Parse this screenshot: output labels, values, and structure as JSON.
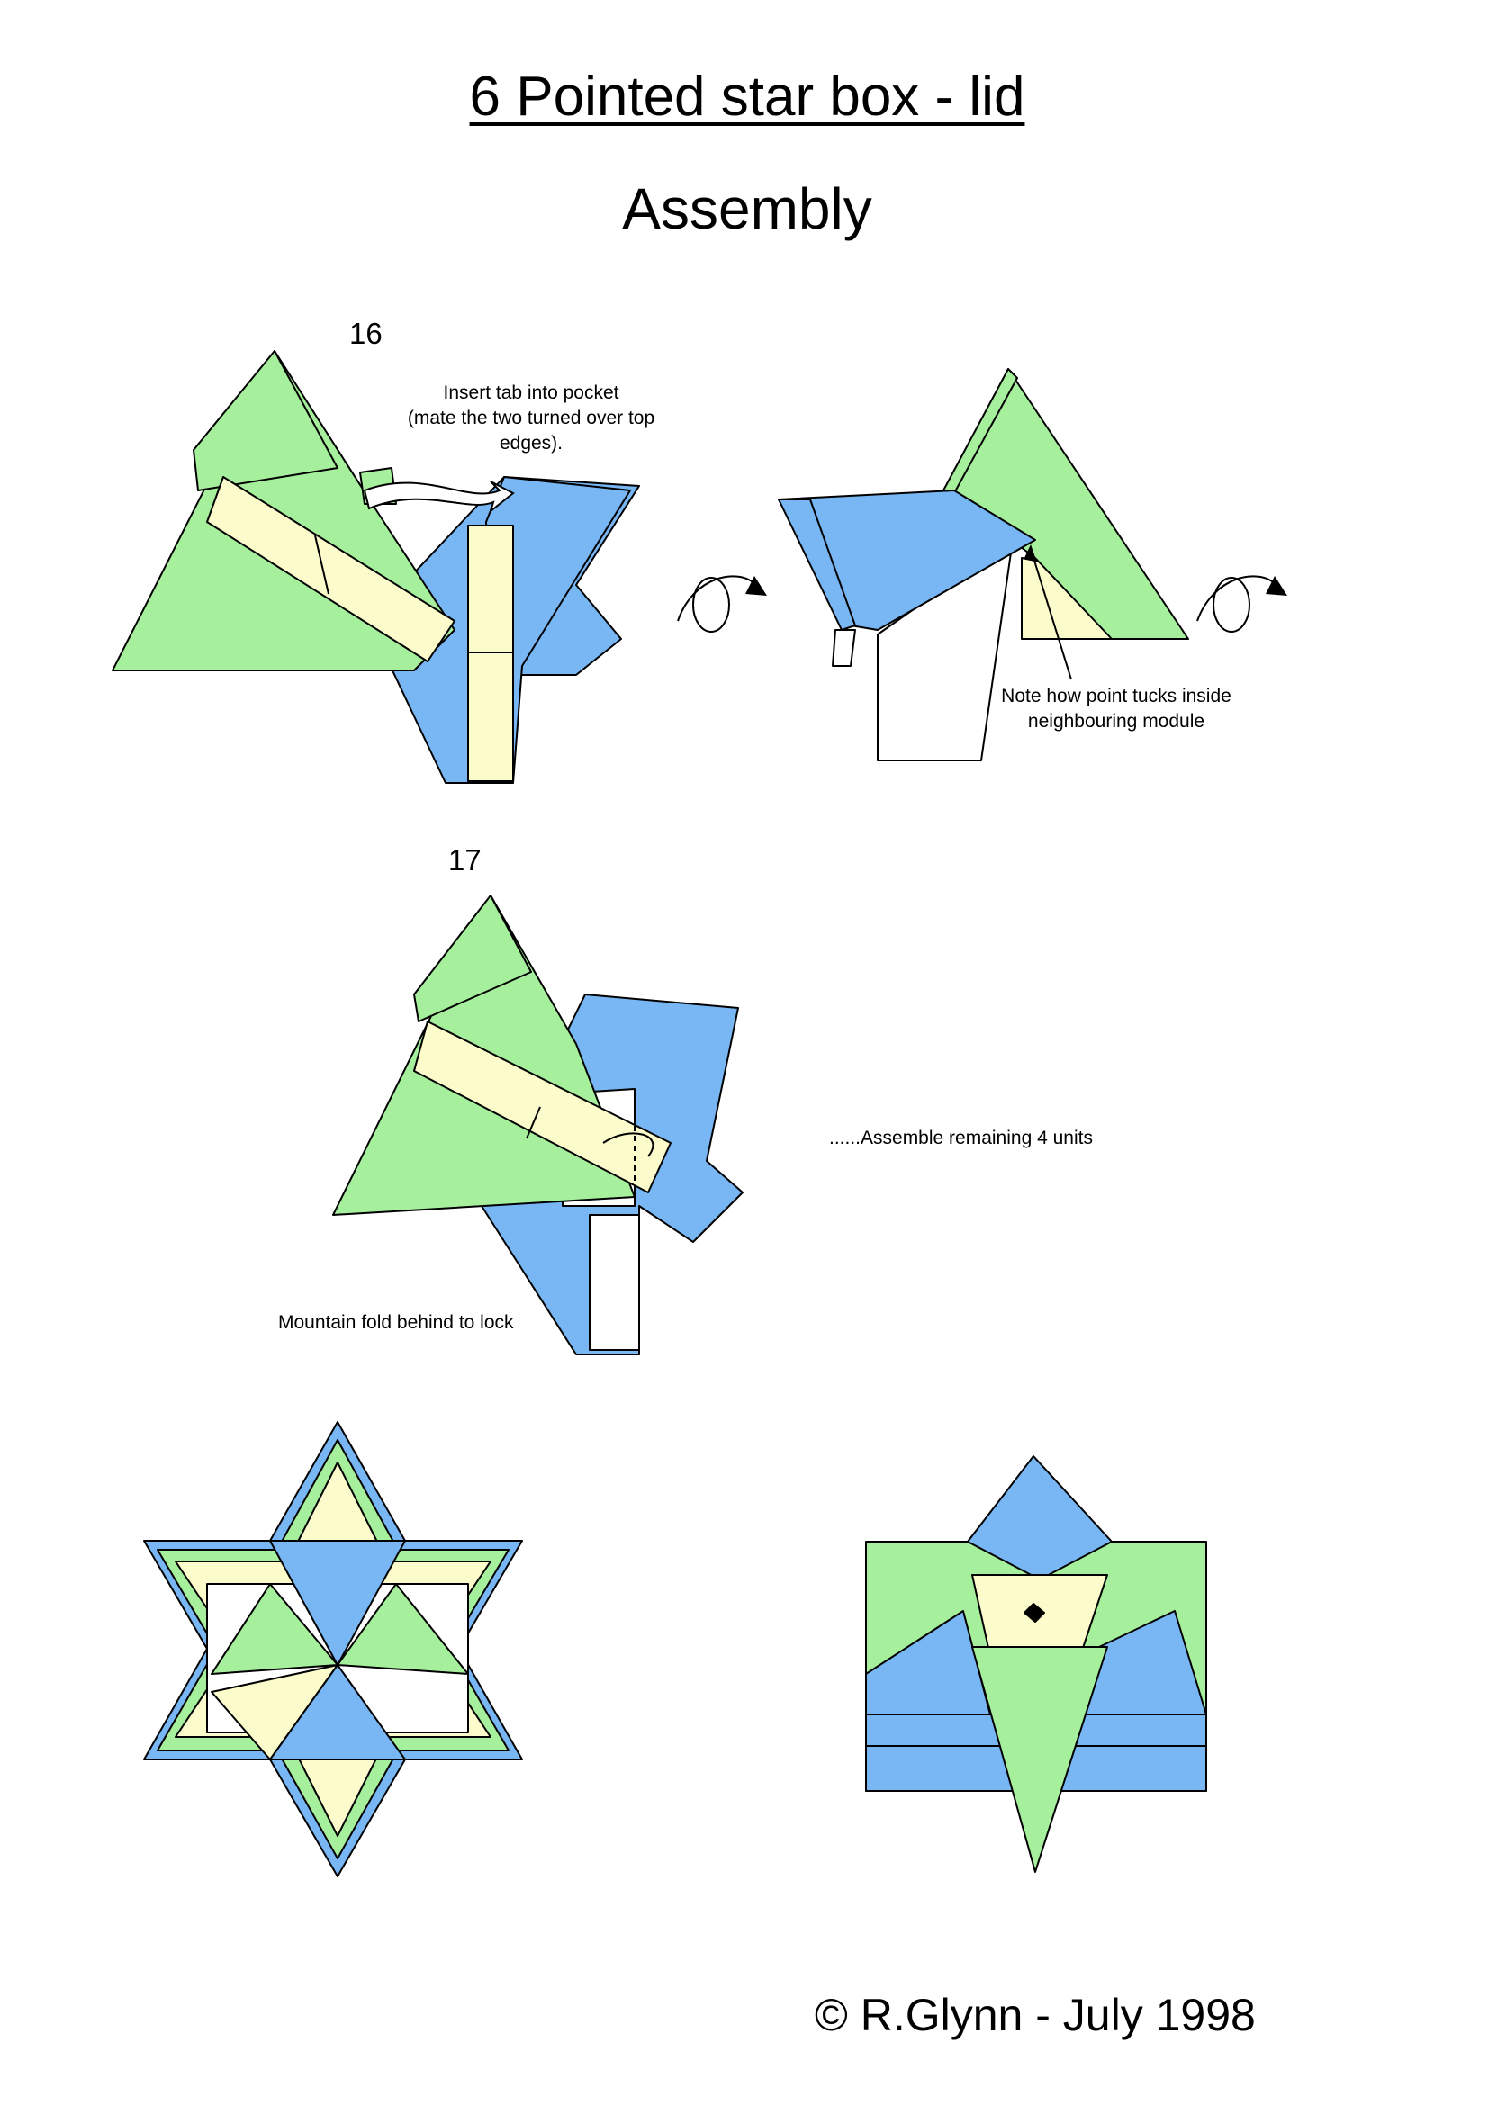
{
  "page": {
    "title": "6 Pointed star box - lid",
    "subtitle": "Assembly",
    "credit": "© R.Glynn - July 1998"
  },
  "steps": [
    {
      "number": "16",
      "notes": [
        "Insert tab into pocket\n(mate the two turned over top edges).",
        "Note how point tucks inside\nneighbouring module"
      ]
    },
    {
      "number": "17",
      "notes": [
        "......Assemble remaining 4 units",
        "Mountain fold behind to lock"
      ]
    }
  ],
  "colors": {
    "green": "#a6ef9c",
    "blue": "#78b6f4",
    "cream": "#fbfbcc",
    "white": "#ffffff",
    "outline": "#000000"
  },
  "icons": [
    "rotate-arrow-icon",
    "insert-arrow-icon",
    "pointer-arrow-icon",
    "mountain-fold-arrow-icon"
  ]
}
